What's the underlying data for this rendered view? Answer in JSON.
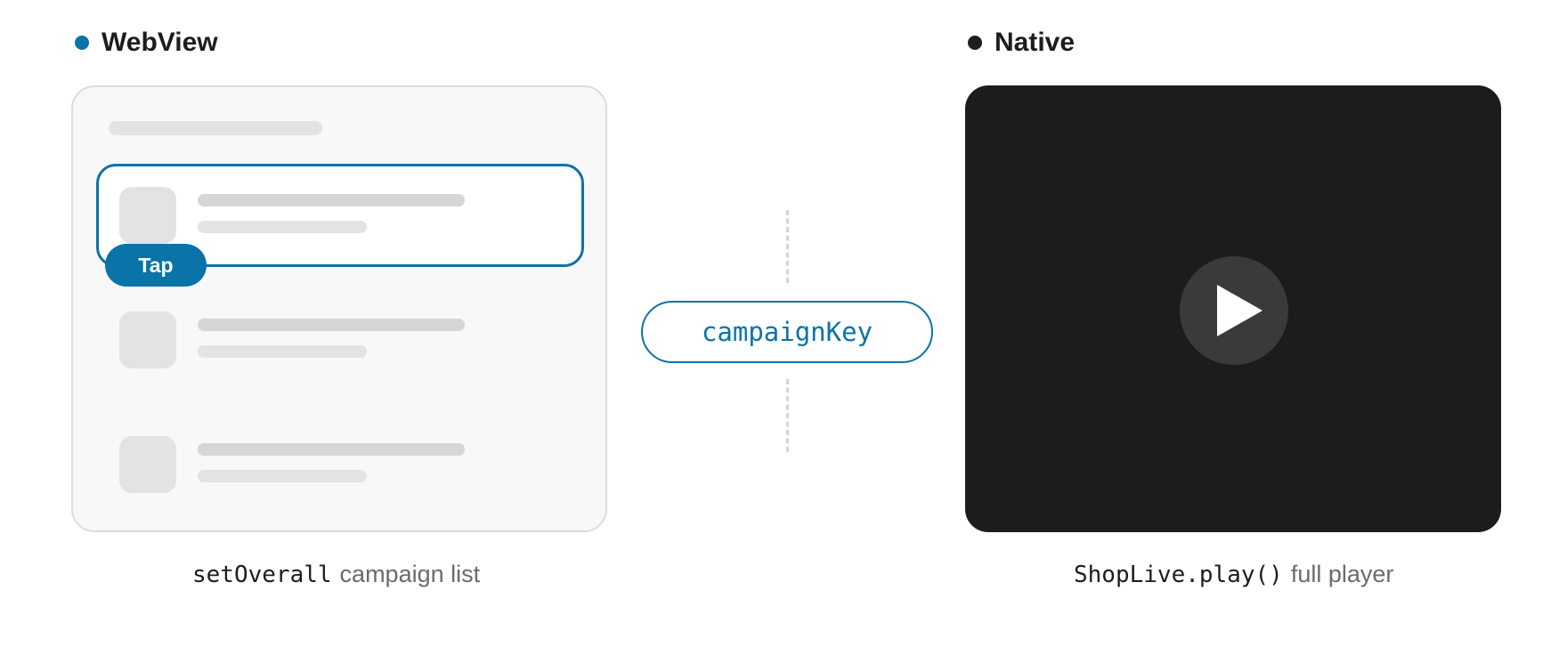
{
  "webview": {
    "title": "WebView",
    "dot_color": "#0a73a8",
    "tap_label": "Tap",
    "caption_code": "setOverall",
    "caption_text": "campaign list"
  },
  "native": {
    "title": "Native",
    "dot_color": "#1d1d1f",
    "caption_code": "ShopLive.play()",
    "caption_text": "full player",
    "icon": "play-icon"
  },
  "connector": {
    "label": "campaignKey"
  },
  "colors": {
    "accent": "#0a73a8",
    "panel_dark": "#1c1c1c",
    "panel_light": "#f8f8f8"
  }
}
